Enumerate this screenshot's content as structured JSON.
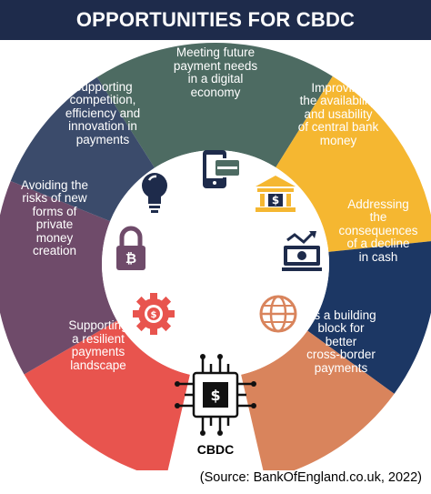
{
  "header": {
    "title": "OPPORTUNITIES FOR CBDC"
  },
  "colors": {
    "header_bg": "#1e2b4b",
    "center_bg": "#ffffff",
    "icon_color": "#1e2b4b"
  },
  "segments": [
    {
      "id": "digital-economy",
      "color": "#4d6b62",
      "text_color": "#ffffff",
      "icon": "card-reader-icon",
      "lines": [
        "Meeting future",
        "payment needs",
        "in a digital",
        "economy"
      ]
    },
    {
      "id": "central-bank-money",
      "color": "#f5b731",
      "text_color": "#ffffff",
      "icon": "bank-icon",
      "lines": [
        "Improving",
        "the availability",
        "and usability",
        "of central bank",
        "money"
      ]
    },
    {
      "id": "decline-in-cash",
      "color": "#1c3764",
      "text_color": "#ffffff",
      "icon": "cash-icon",
      "lines": [
        "Addressing",
        "the",
        "consequences",
        "of a decline",
        "in cash"
      ]
    },
    {
      "id": "cross-border",
      "color": "#d9845c",
      "text_color": "#ffffff",
      "icon": "globe-icon",
      "lines": [
        "As a building",
        "block for",
        "better",
        "cross-border",
        "payments"
      ]
    },
    {
      "id": "resilient-landscape",
      "color": "#e8544e",
      "text_color": "#ffffff",
      "icon": "gear-icon",
      "lines": [
        "Supporting",
        "a resilient",
        "payments",
        "landscape"
      ]
    },
    {
      "id": "private-money",
      "color": "#6f4b6a",
      "text_color": "#ffffff",
      "icon": "lock-icon",
      "lines": [
        "Avoiding the",
        "risks of new",
        "forms of",
        "private",
        "money",
        "creation"
      ]
    },
    {
      "id": "competition",
      "color": "#3b4b6b",
      "text_color": "#ffffff",
      "icon": "lightbulb-icon",
      "lines": [
        "Supporting",
        "competition,",
        "efficiency and",
        "innovation in",
        "payments"
      ]
    }
  ],
  "center": {
    "label": "CBDC",
    "icon": "chip-icon"
  },
  "footer": {
    "source": "(Source: BankOfEngland.co.uk, 2022)"
  }
}
